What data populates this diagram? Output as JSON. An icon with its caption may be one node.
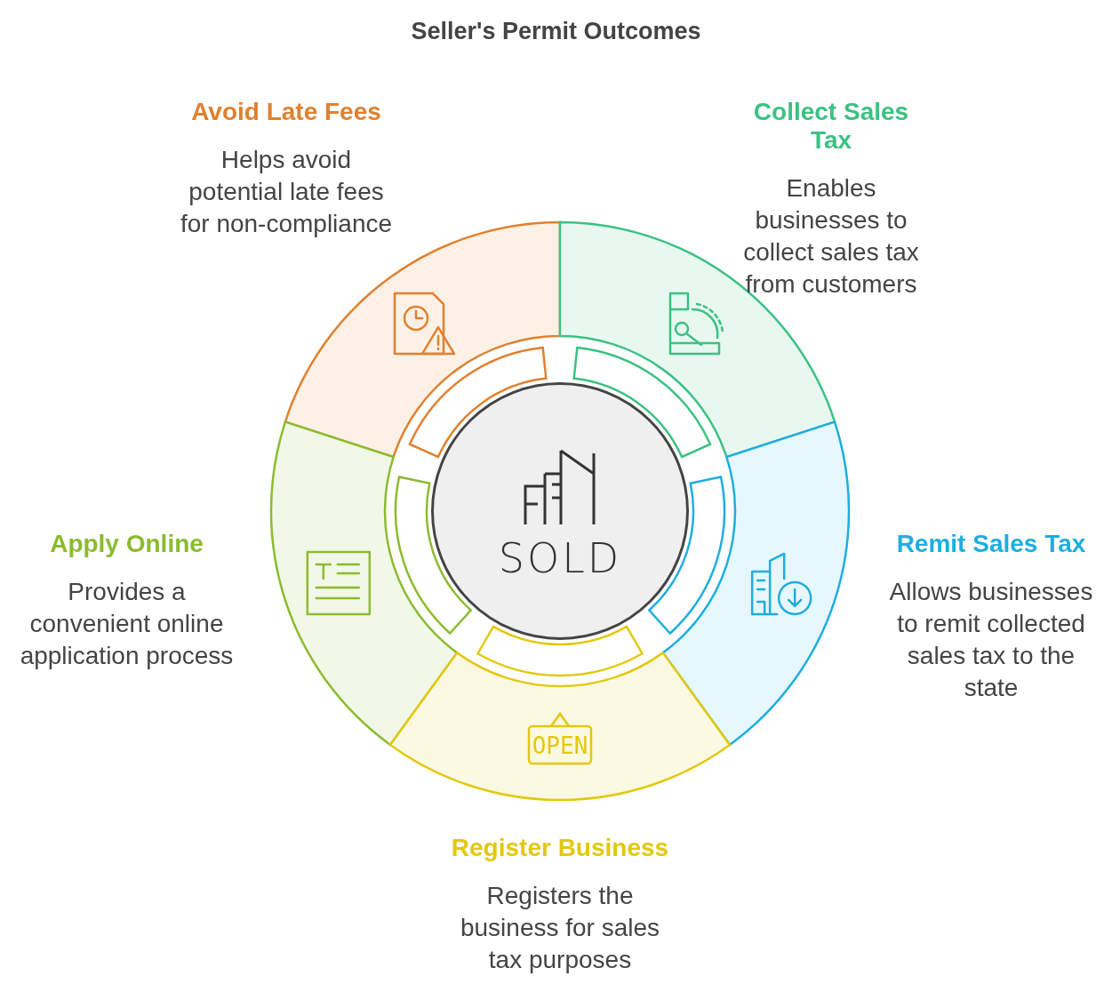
{
  "diagram": {
    "title": "Seller's Permit Outcomes",
    "nodes": [
      {
        "text": [
          "SOLD"
        ]
      },
      {
        "text": [
          "Avoid Late Fees",
          "Helps avoid potential late fees for non-compliance"
        ]
      },
      {
        "text": [
          "Collect Sales Tax",
          "Enables businesses to collect sales tax from customers"
        ]
      },
      {
        "text": [
          "Apply Online",
          "Provides a convenient online application process"
        ]
      },
      {
        "text": [
          "Remit Sales Tax",
          "Allows businesses to remit collected sales tax to the state"
        ]
      },
      {
        "text": [
          "Register Business",
          "Registers the business for sales tax purposes"
        ]
      }
    ],
    "labels": [
      "OPEN"
    ]
  }
}
